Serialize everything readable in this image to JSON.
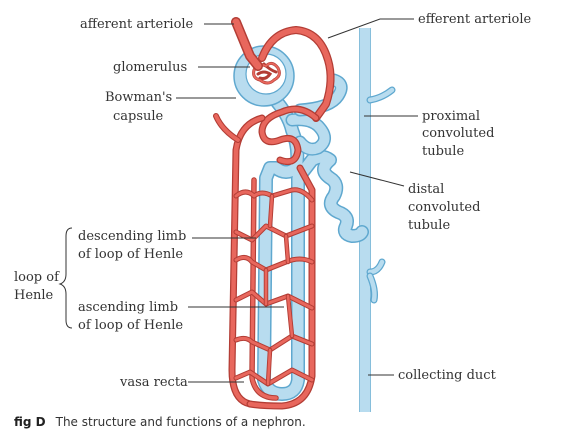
{
  "colors": {
    "tubule": "#b8dcef",
    "tubule_edge": "#5fa8cf",
    "vessel": "#e8675d",
    "vessel_edge": "#b33d35",
    "text": "#333333"
  },
  "labels": {
    "afferent_arteriole": "afferent arteriole",
    "efferent_arteriole": "efferent arteriole",
    "glomerulus": "glomerulus",
    "bowmans_capsule_1": "Bowman's",
    "bowmans_capsule_2": "capsule",
    "proximal_1": "proximal",
    "proximal_2": "convoluted",
    "proximal_3": "tubule",
    "distal_1": "distal",
    "distal_2": "convoluted",
    "distal_3": "tubule",
    "descending_1": "descending limb",
    "descending_2": "of loop of Henle",
    "ascending_1": "ascending limb",
    "ascending_2": "of loop of Henle",
    "loop_1": "loop of",
    "loop_2": "Henle",
    "vasa_recta": "vasa recta",
    "collecting_duct": "collecting duct"
  },
  "caption": {
    "label": "fig D",
    "text": "The structure and functions of a nephron."
  }
}
